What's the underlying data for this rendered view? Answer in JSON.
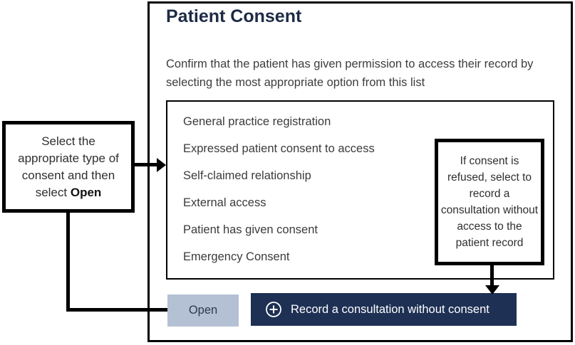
{
  "dialog": {
    "title": "Patient Consent",
    "subtitle": "Confirm that the patient has given permission to access their record by selecting the most appropriate option from this list",
    "consent_options": [
      "General practice registration",
      "Expressed patient consent to access",
      "Self-claimed relationship",
      "External access",
      "Patient has given consent",
      "Emergency Consent"
    ],
    "buttons": {
      "open_label": "Open",
      "record_label": "Record a consultation without consent",
      "record_icon": "circled-plus"
    }
  },
  "annotations": {
    "left_box": {
      "text_before": "Select the appropriate type of consent and then select ",
      "bold_text": "Open"
    },
    "right_box": {
      "text": "If consent is refused, select to record a consultation without access to the patient record"
    }
  },
  "colors": {
    "accent_dark": "#1e3054",
    "open_button_bg": "#b4c0d4",
    "title_text": "#1e2b45",
    "border": "#000000"
  }
}
